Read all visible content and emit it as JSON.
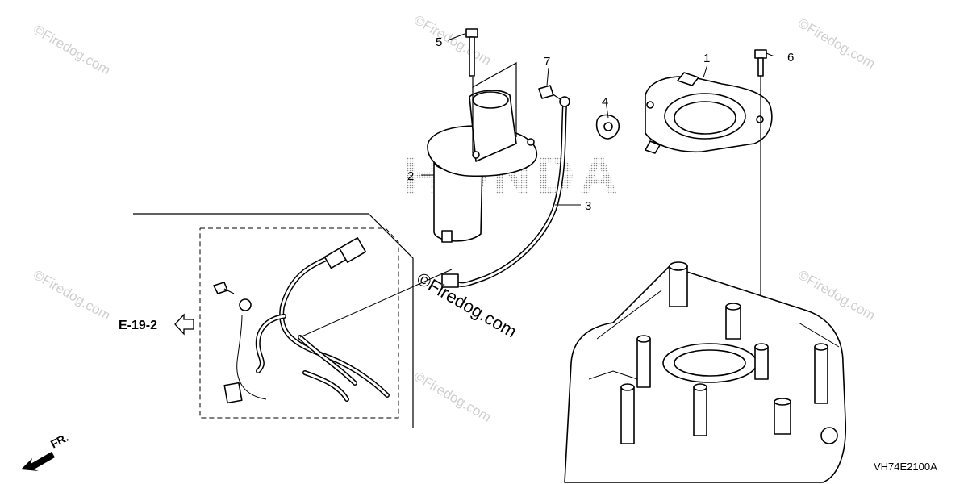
{
  "brand_watermark": "HONDA",
  "watermark_center": "©Firedog.com",
  "watermark_corners": [
    "©Firedog.com",
    "©Firedog.com",
    "©Firedog.com",
    "©Firedog.com",
    "©Firedog.com",
    "©Firedog.com"
  ],
  "callouts": {
    "c1": "1",
    "c2": "2",
    "c3": "3",
    "c4": "4",
    "c5": "5",
    "c6": "6",
    "c7": "7"
  },
  "reference_label": "E-19-2",
  "direction_label": "FR.",
  "diagram_code": "VH74E2100A"
}
